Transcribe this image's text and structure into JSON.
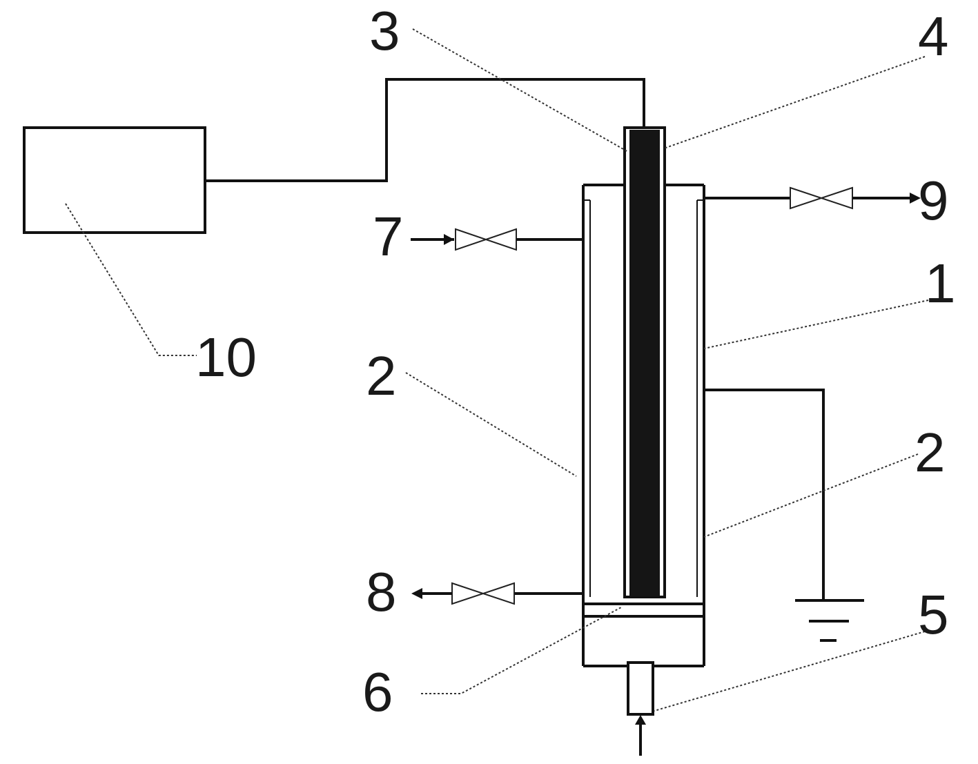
{
  "labels": {
    "l1": "1",
    "l2a": "2",
    "l2b": "2",
    "l3": "3",
    "l4": "4",
    "l5": "5",
    "l6": "6",
    "l7": "7",
    "l8": "8",
    "l9": "9",
    "l10": "10"
  },
  "colors": {
    "line": "#111111",
    "electrode": "#151515",
    "background": "#ffffff"
  }
}
